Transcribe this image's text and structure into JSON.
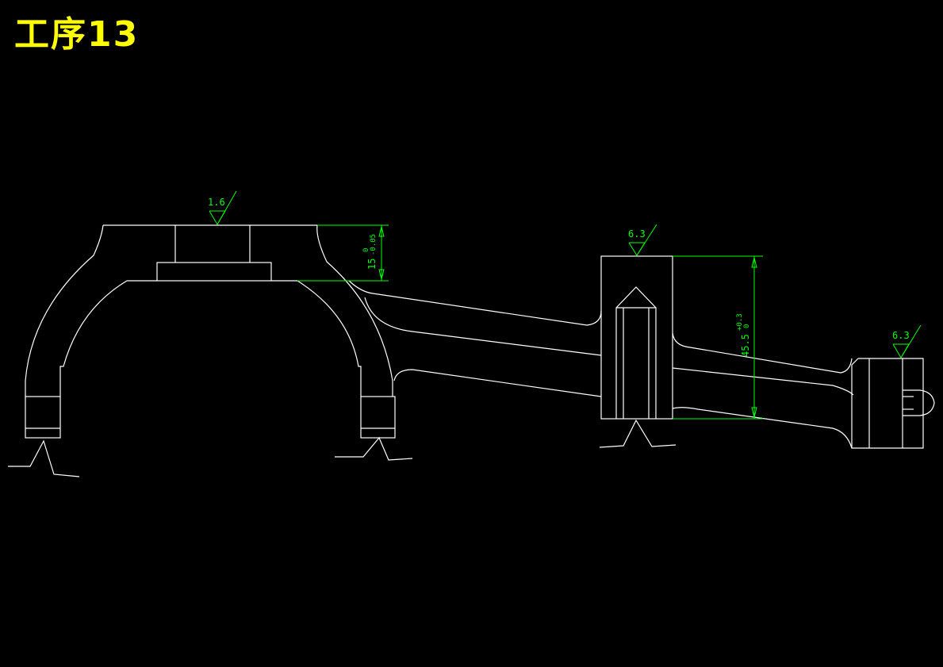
{
  "title": "工序13",
  "colors": {
    "background": "#000000",
    "title": "#ffff00",
    "outline": "#ffffff",
    "annotation": "#00ff00"
  },
  "roughness": [
    {
      "value": "1.6"
    },
    {
      "value": "6.3"
    },
    {
      "value": "6.3"
    }
  ],
  "dimensions": [
    {
      "nominal": "15",
      "upper": "0",
      "lower": "-0.05"
    },
    {
      "nominal": "45.5",
      "upper": "+0.3",
      "lower": "0"
    }
  ]
}
